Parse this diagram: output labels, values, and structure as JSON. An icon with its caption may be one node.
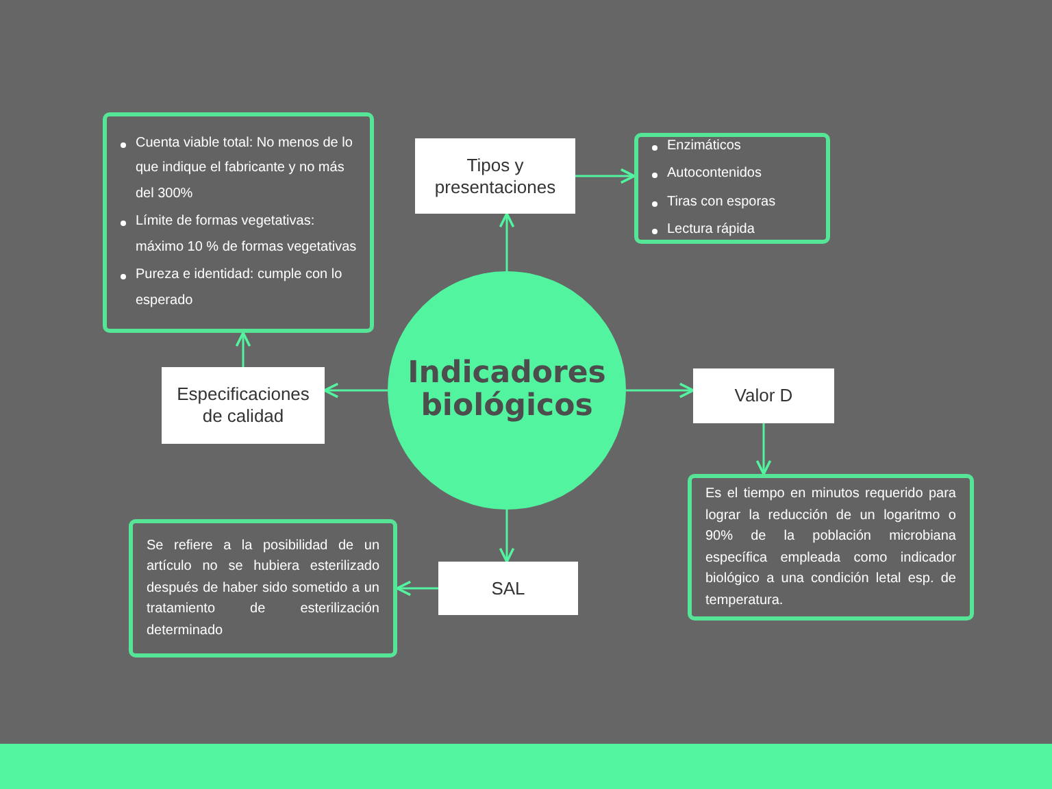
{
  "diagram": {
    "nodes": [
      {
        "text": [
          "Indicadores biológicos"
        ]
      },
      {
        "text": [
          "Tipos y presentaciones"
        ]
      },
      {
        "text": [
          "Enzimáticos",
          "Autocontenidos",
          "Tiras con esporas",
          "Lectura rápida"
        ]
      },
      {
        "text": [
          "Especificaciones de calidad"
        ]
      },
      {
        "text": [
          "Cuenta viable total: No menos de lo que indique el fabricante y no más del 300%",
          "Límite de formas vegetativas: máximo 10 % de formas vegetativas",
          "Pureza e identidad: cumple con lo esperado"
        ]
      },
      {
        "text": [
          "Valor D"
        ]
      },
      {
        "text": [
          "Es el tiempo en minutos requerido para lograr la reducción de un logaritmo o 90% de la población microbiana específica empleada como indicador biológico a una condición letal esp. de temperatura."
        ]
      },
      {
        "text": [
          "SAL"
        ]
      },
      {
        "text": [
          "Se refiere a la posibilidad de un artículo no se hubiera esterilizado después de haber sido sometido a un tratamiento de esterilización determinado"
        ]
      }
    ],
    "edges": [
      {
        "from": 0,
        "to": 1,
        "arrow": "to"
      },
      {
        "from": 1,
        "to": 2,
        "arrow": "to"
      },
      {
        "from": 0,
        "to": 3,
        "arrow": "to"
      },
      {
        "from": 3,
        "to": 4,
        "arrow": "to"
      },
      {
        "from": 0,
        "to": 5,
        "arrow": "to"
      },
      {
        "from": 5,
        "to": 6,
        "arrow": "to"
      },
      {
        "from": 0,
        "to": 7,
        "arrow": "to"
      },
      {
        "from": 7,
        "to": 8,
        "arrow": "to"
      }
    ]
  }
}
